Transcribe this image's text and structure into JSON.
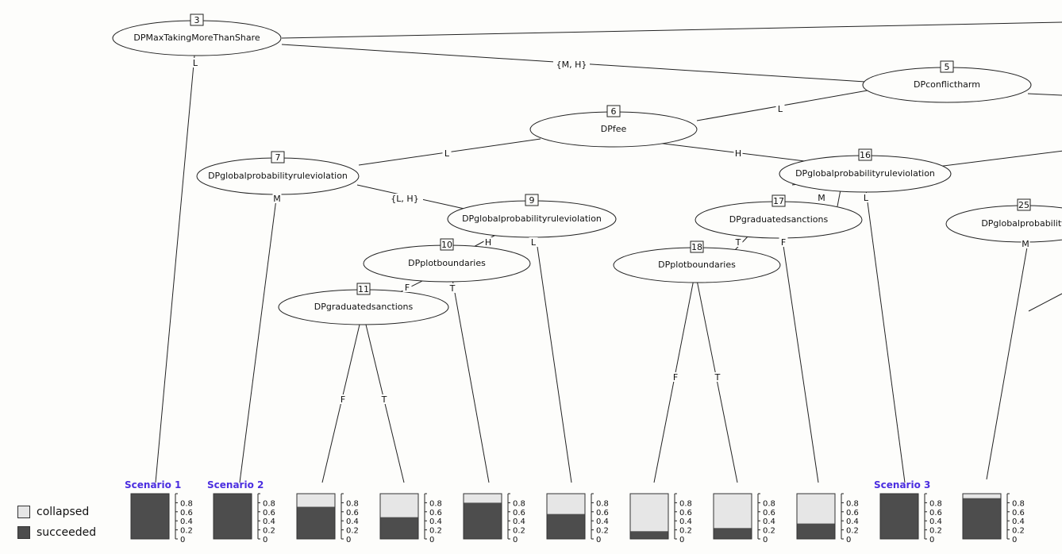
{
  "colors": {
    "collapsed": "#e6e6e6",
    "succeeded": "#4d4d4d",
    "scenario": "#4b2ee0"
  },
  "nodes": [
    {
      "id": "3",
      "label": "DPMaxTakingMoreThanShare"
    },
    {
      "id": "5",
      "label": "DPconflictharm"
    },
    {
      "id": "6",
      "label": "DPfee"
    },
    {
      "id": "7",
      "label": "DPglobalprobabilityruleviolation"
    },
    {
      "id": "9",
      "label": "DPglobalprobabilityruleviolation"
    },
    {
      "id": "10",
      "label": "DPplotboundaries"
    },
    {
      "id": "11",
      "label": "DPgraduatedsanctions"
    },
    {
      "id": "16",
      "label": "DPglobalprobabilityruleviolation"
    },
    {
      "id": "17",
      "label": "DPgraduatedsanctions"
    },
    {
      "id": "18",
      "label": "DPplotboundaries"
    },
    {
      "id": "25",
      "label": "DPglobalprobability"
    }
  ],
  "edge_labels": [
    "L",
    "{M, H}",
    "L",
    "L",
    "H",
    "M",
    "{L, H}",
    "H",
    "L",
    "F",
    "T",
    "M",
    "L",
    "T",
    "F",
    "F",
    "T",
    "F",
    "T",
    "M"
  ],
  "leaves": [
    {
      "scenario": "Scenario 1",
      "succeeded": 1.0
    },
    {
      "scenario": "Scenario 2",
      "succeeded": 1.0
    },
    {
      "scenario": "",
      "succeeded": 0.71
    },
    {
      "scenario": "",
      "succeeded": 0.48
    },
    {
      "scenario": "",
      "succeeded": 0.8
    },
    {
      "scenario": "",
      "succeeded": 0.55
    },
    {
      "scenario": "",
      "succeeded": 0.17
    },
    {
      "scenario": "",
      "succeeded": 0.24
    },
    {
      "scenario": "",
      "succeeded": 0.34
    },
    {
      "scenario": "Scenario 3",
      "succeeded": 1.0
    },
    {
      "scenario": "",
      "succeeded": 0.9
    }
  ],
  "axis_ticks": [
    "0.8",
    "0.6",
    "0.4",
    "0.2",
    "0"
  ],
  "legend": {
    "collapsed": "collapsed",
    "succeeded": "succeeded"
  }
}
